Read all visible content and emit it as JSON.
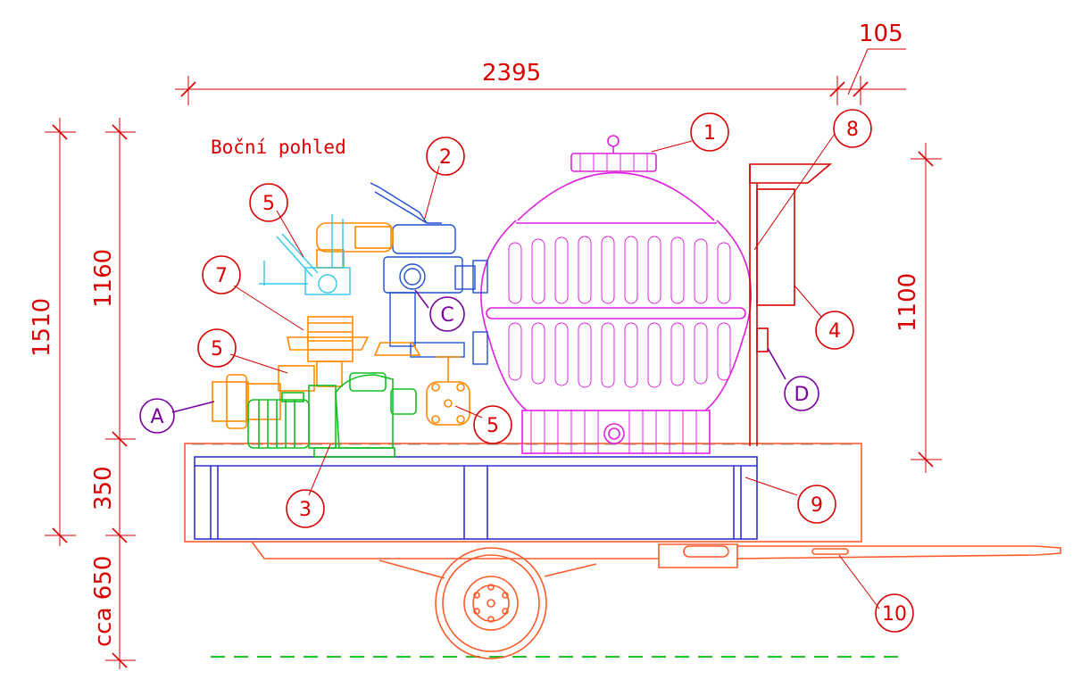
{
  "title": "Boční pohled",
  "dimensions": {
    "overall_length": "2395",
    "offset": "105",
    "total_height": "1510",
    "equipment_height": "1160",
    "frame_height": "350",
    "wheel_height": "cca 650",
    "panel_height": "1100"
  },
  "callouts": {
    "c1": "1",
    "c2": "2",
    "c3": "3",
    "c4": "4",
    "c5a": "5",
    "c5b": "5",
    "c5c": "5",
    "c7": "7",
    "c8": "8",
    "c9": "9",
    "c10": "10",
    "cA": "A",
    "cC": "C",
    "cD": "D"
  }
}
